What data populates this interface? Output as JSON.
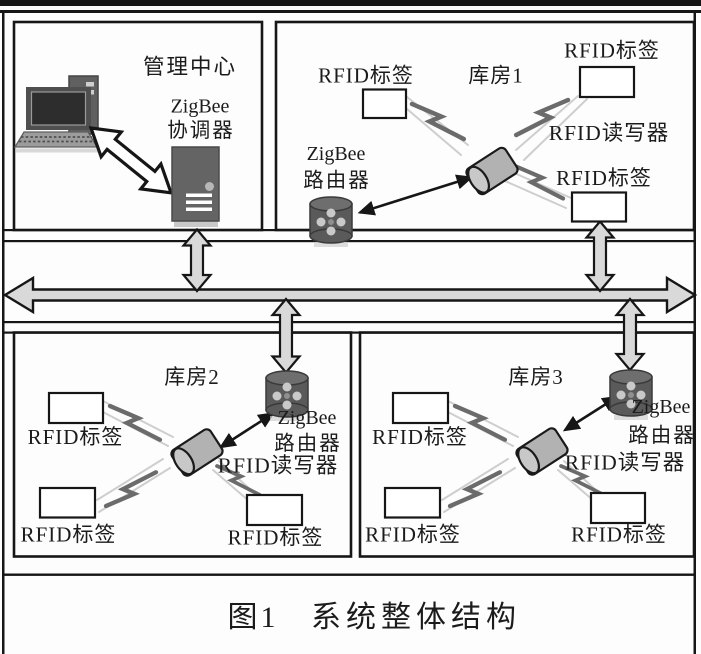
{
  "colors": {
    "ink": "#1b1b1b",
    "bus_arrow_fill": "#d9d9d9",
    "link_arrow_fill": "#ffffff",
    "reader_fill": "#b2b2b2",
    "router_fill": "#5a5a5a",
    "background": "#fdfdfd"
  },
  "management_center": {
    "title": "管理中心",
    "coordinator_label_line1": "ZigBee",
    "coordinator_label_line2": "协调器"
  },
  "warehouse_1": {
    "title": "库房1",
    "tag_top_left": "RFID标签",
    "tag_top_right": "RFID标签",
    "tag_bottom_right": "RFID标签",
    "reader_label": "RFID读写器",
    "router_label_line1": "ZigBee",
    "router_label_line2": "路由器"
  },
  "warehouse_2": {
    "title": "库房2",
    "tag_top_left": "RFID标签",
    "tag_bottom_left": "RFID标签",
    "tag_bottom_right": "RFID标签",
    "reader_label": "RFID读写器",
    "router_label_line1": "ZigBee",
    "router_label_line2": "路由器"
  },
  "warehouse_3": {
    "title": "库房3",
    "tag_top_left": "RFID标签",
    "tag_bottom_left": "RFID标签",
    "tag_bottom_right": "RFID标签",
    "reader_label": "RFID读写器",
    "router_label_line1": "ZigBee",
    "router_label_line2": "路由器"
  },
  "caption": {
    "figure_number": "图1",
    "title": "系统整体结构"
  }
}
